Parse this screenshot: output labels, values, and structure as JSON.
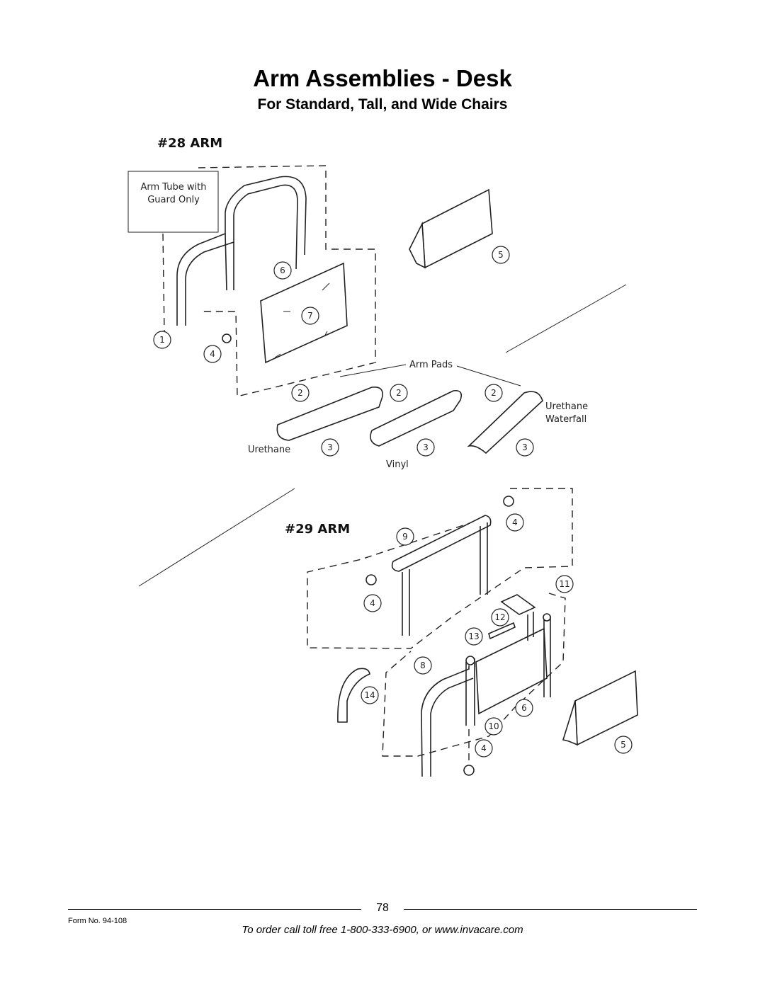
{
  "title": "Arm Assemblies - Desk",
  "subtitle": "For Standard, Tall, and Wide Chairs",
  "diagram": {
    "arm28_heading": "#28 ARM",
    "arm29_heading": "#29 ARM",
    "box_label_line1": "Arm Tube with",
    "box_label_line2": "Guard Only",
    "arm_pads_label": "Arm Pads",
    "urethane_label": "Urethane",
    "vinyl_label": "Vinyl",
    "urethane_waterfall_line1": "Urethane",
    "urethane_waterfall_line2": "Waterfall",
    "callouts": [
      "1",
      "2",
      "3",
      "4",
      "5",
      "6",
      "7",
      "8",
      "9",
      "10",
      "11",
      "12",
      "13",
      "14"
    ]
  },
  "footer": {
    "page_number": "78",
    "form_no": "Form No.  94-108",
    "order_line": "To order call toll free 1-800-333-6900, or www.invacare.com"
  }
}
